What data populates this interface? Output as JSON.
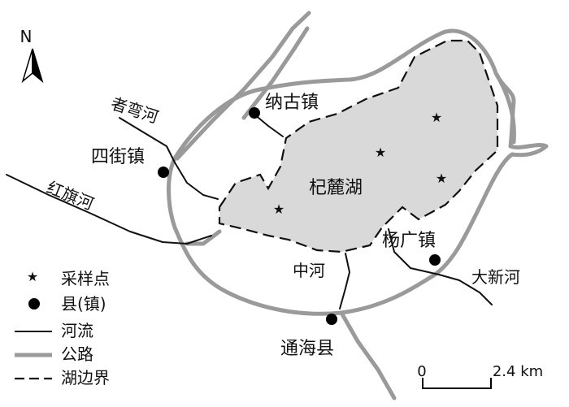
{
  "compass": {
    "letter": "N"
  },
  "lake": {
    "name": "杞麓湖"
  },
  "places": [
    {
      "id": "nagu",
      "name": "纳古镇"
    },
    {
      "id": "sijie",
      "name": "四街镇"
    },
    {
      "id": "yangguang",
      "name": "杨广镇"
    },
    {
      "id": "tonghai",
      "name": "通海县"
    }
  ],
  "rivers": [
    {
      "id": "zhewan",
      "name": "者弯河"
    },
    {
      "id": "hongqi",
      "name": "红旗河"
    },
    {
      "id": "zhong",
      "name": "中河"
    },
    {
      "id": "daxin",
      "name": "大新河"
    }
  ],
  "legend": {
    "sample": "采样点",
    "county": "县(镇)",
    "river": "河流",
    "road": "公路",
    "lake_boundary": "湖边界"
  },
  "scale": {
    "zero": "0",
    "max": "2.4 km"
  },
  "colors": {
    "lake_fill": "#d9d9d9",
    "road": "#9a9a9a",
    "river": "#111111"
  }
}
